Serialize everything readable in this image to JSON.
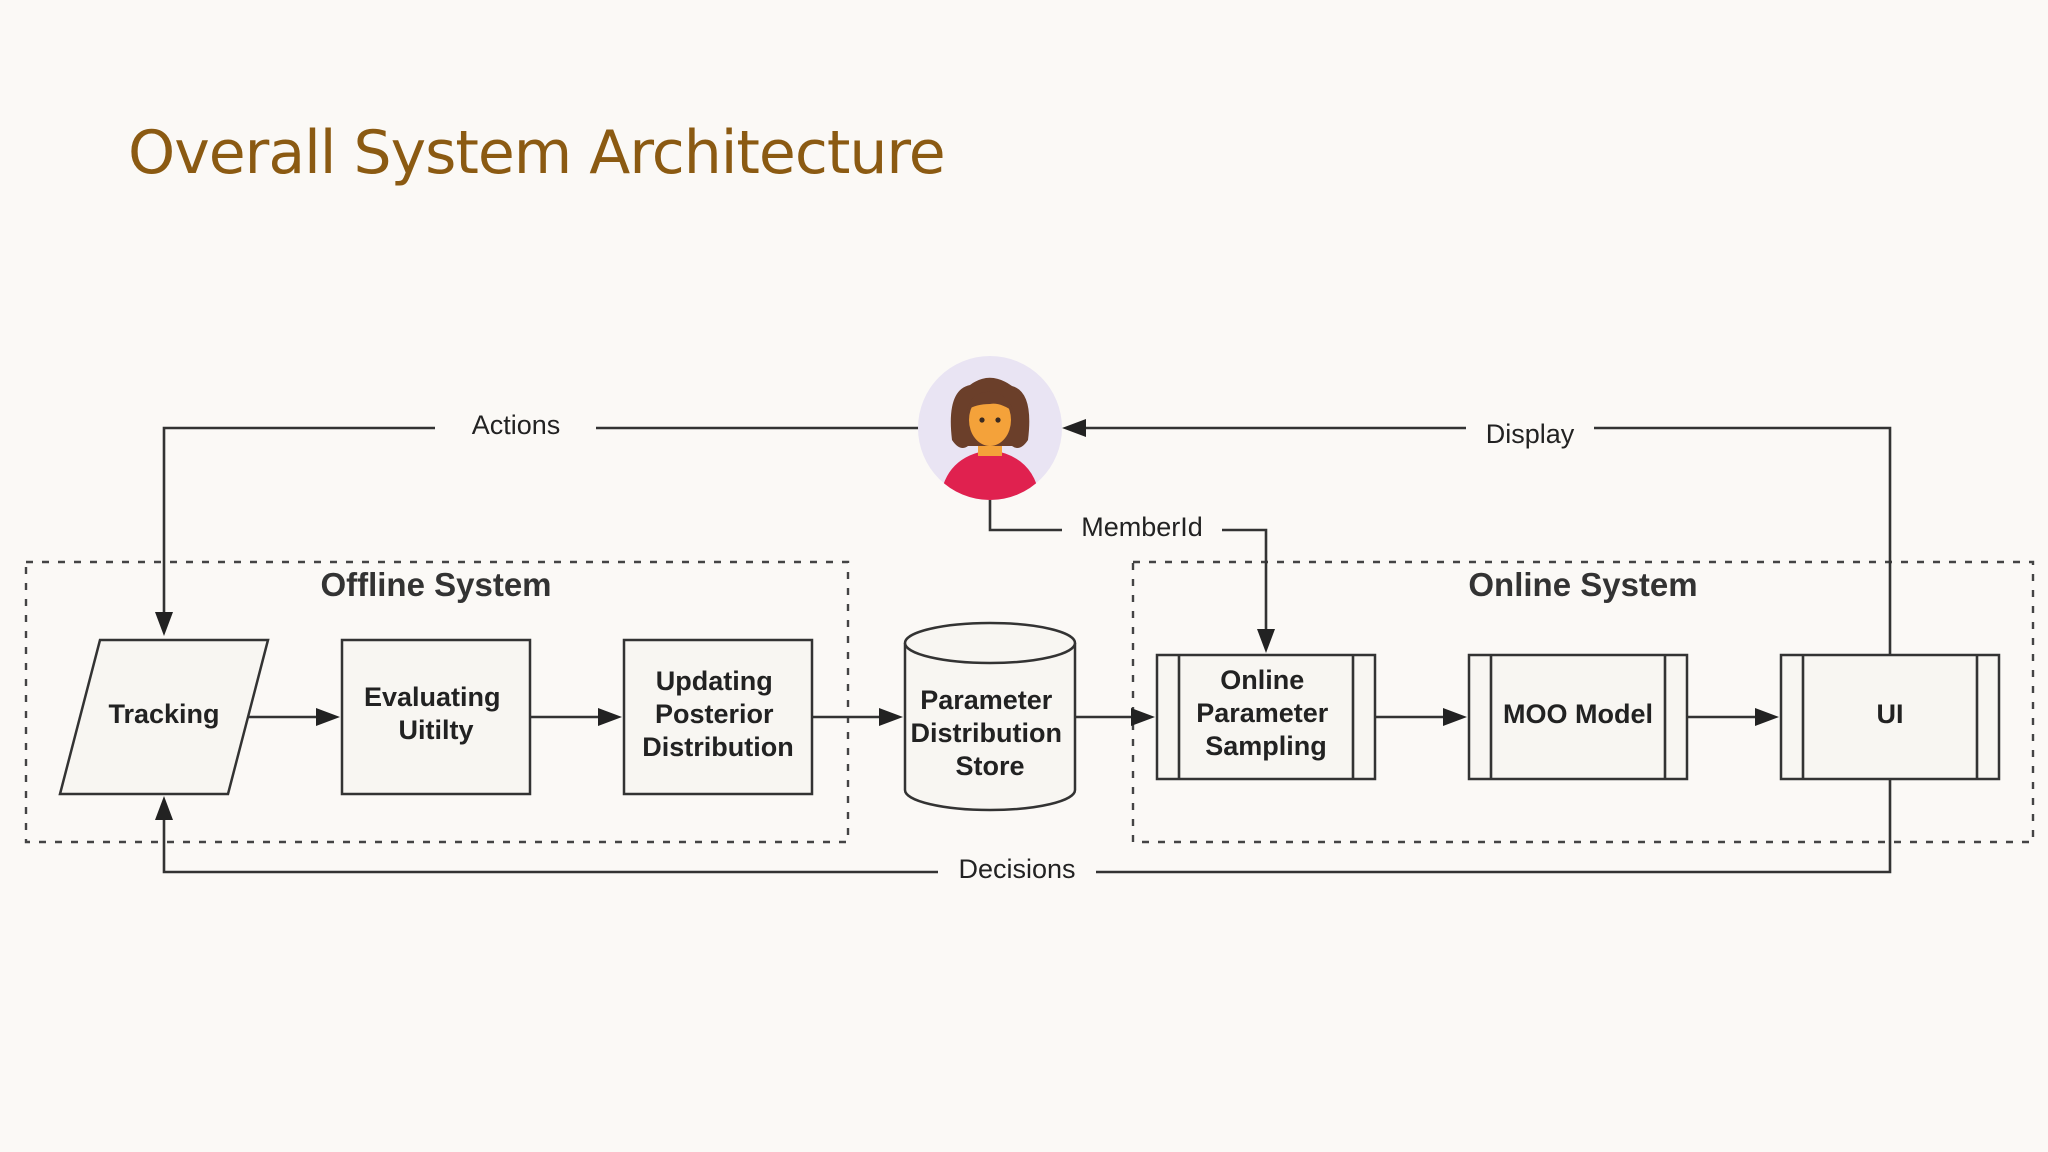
{
  "slide": {
    "title": "Overall System Architecture"
  },
  "groups": {
    "offline": "Offline System",
    "online": "Online System"
  },
  "nodes": {
    "tracking": [
      "Tracking"
    ],
    "evaluating": [
      "Evaluating",
      "Uitilty"
    ],
    "updating": [
      "Updating",
      "Posterior",
      "Distribution"
    ],
    "store": [
      "Parameter",
      "Distribution",
      "Store"
    ],
    "sampling": [
      "Online",
      "Parameter",
      "Sampling"
    ],
    "moo": [
      "MOO Model"
    ],
    "ui": [
      "UI"
    ]
  },
  "edges": {
    "actions": "Actions",
    "display": "Display",
    "member_id": "MemberId",
    "decisions": "Decisions"
  },
  "user": {
    "icon": "user-avatar-icon",
    "colors": {
      "halo": "#e9e4f3",
      "hair": "#6b3f2a",
      "skin": "#f4a23a",
      "shirt": "#e0214f"
    }
  }
}
